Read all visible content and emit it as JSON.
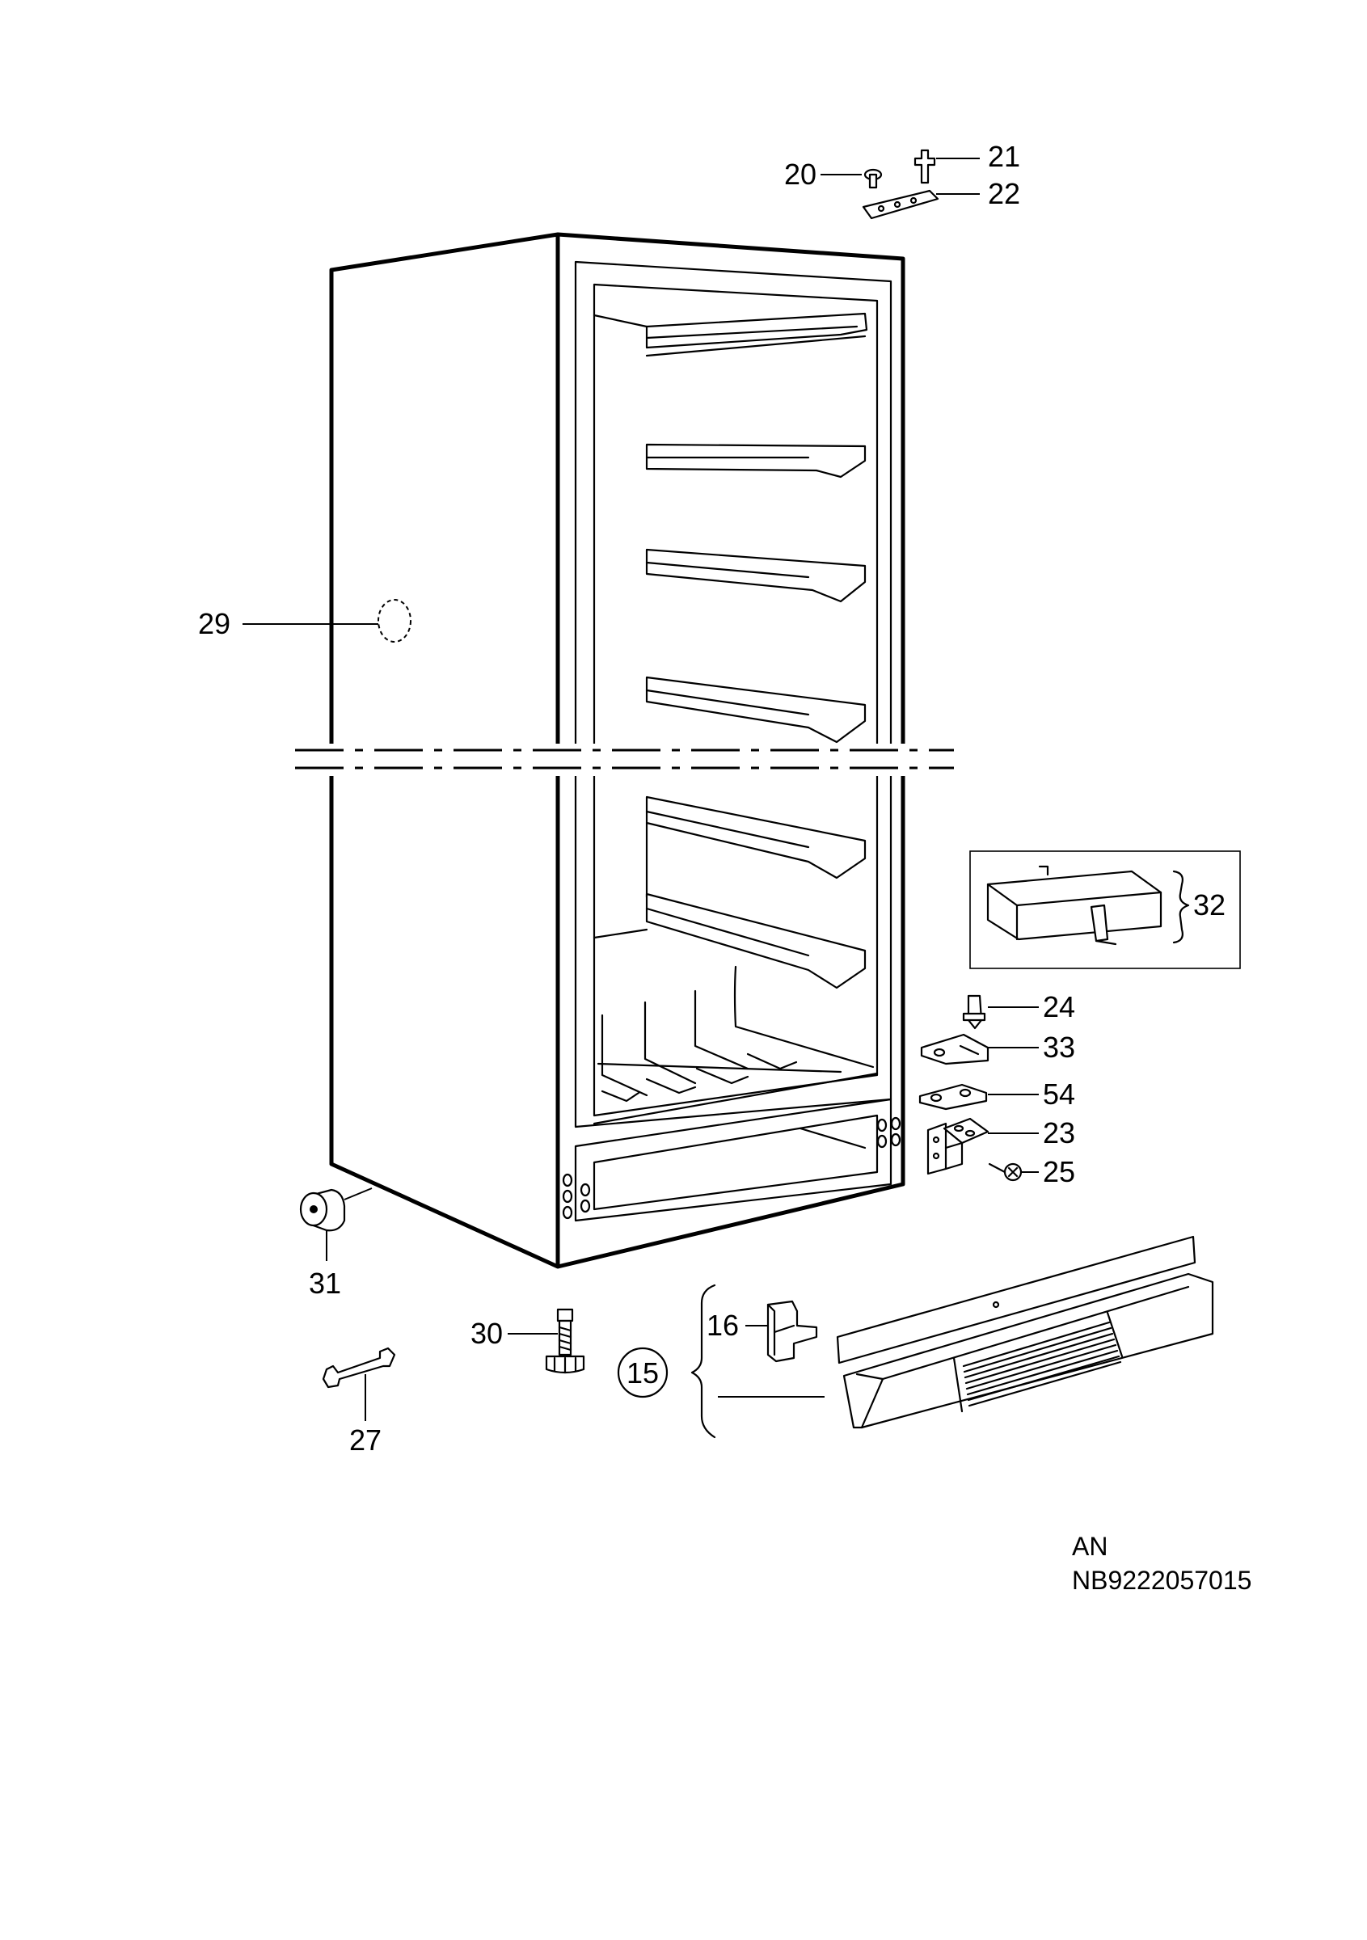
{
  "callouts": {
    "p20": "20",
    "p21": "21",
    "p22": "22",
    "p29": "29",
    "p32": "32",
    "p24": "24",
    "p33": "33",
    "p54": "54",
    "p23": "23",
    "p25": "25",
    "p31": "31",
    "p30": "30",
    "p16": "16",
    "p15": "15",
    "p27": "27"
  },
  "footer": {
    "line1": "AN",
    "line2": "NB9222057015"
  }
}
